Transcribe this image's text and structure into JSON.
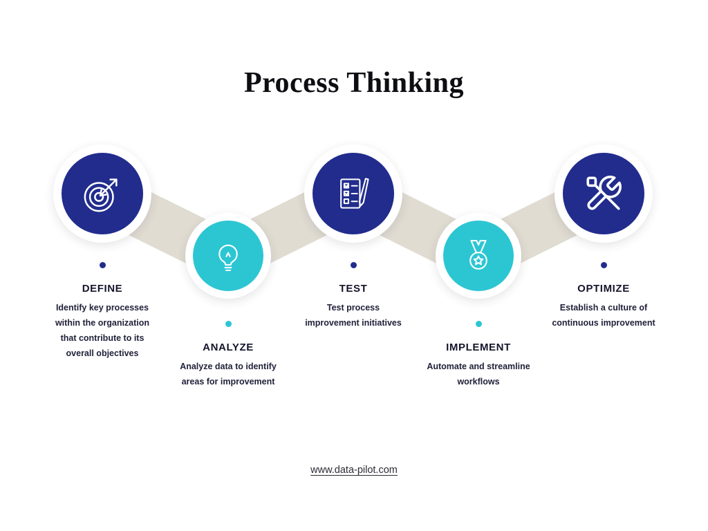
{
  "header": {
    "title": "Process Thinking"
  },
  "steps": [
    {
      "title": "DEFINE",
      "description": "Identify key processes within the organization that contribute to its overall objectives",
      "icon": "target-icon",
      "theme": "dark"
    },
    {
      "title": "ANALYZE",
      "description": "Analyze data to identify areas for improvement",
      "icon": "lightbulb-icon",
      "theme": "teal"
    },
    {
      "title": "TEST",
      "description": "Test process improvement initiatives",
      "icon": "checklist-icon",
      "theme": "dark"
    },
    {
      "title": "IMPLEMENT",
      "description": "Automate and streamline workflows",
      "icon": "medal-icon",
      "theme": "teal"
    },
    {
      "title": "OPTIMIZE",
      "description": "Establish a culture of continuous improvement",
      "icon": "tools-icon",
      "theme": "dark"
    }
  ],
  "footer": {
    "url": "www.data-pilot.com"
  },
  "colors": {
    "dark_blue": "#212c8d",
    "teal": "#2cc6d3",
    "band": "#e0dcd2",
    "text": "#14142b"
  }
}
